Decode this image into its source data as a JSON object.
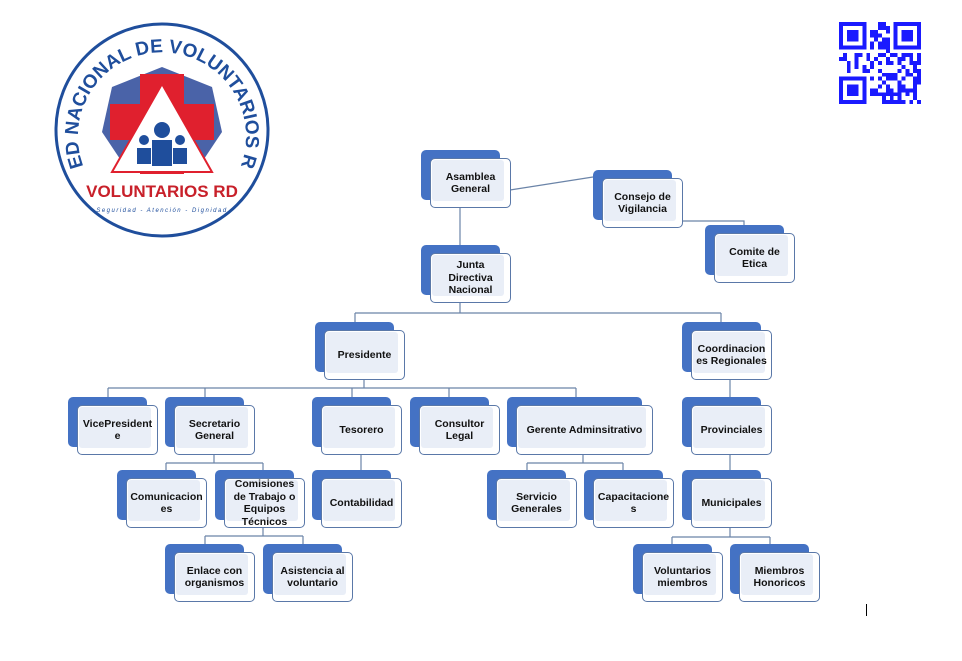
{
  "logo": {
    "ring_text": "RED NACIONAL DE VOLUNTARIOS RD",
    "banner_text": "VOLUNTARIOS RD",
    "motto": "Seguridad - Atención - Dignidad"
  },
  "colors": {
    "accent": "#4472c4",
    "logo_blue": "#1f4e9c",
    "logo_red": "#e0202e",
    "qr": "#1a1aff"
  },
  "nodes": {
    "asamblea": "Asamblea\nGeneral",
    "consejo": "Consejo de\nVigilancia",
    "comite": "Comite de\nEtica",
    "junta": "Junta\nDirectiva\nNacional",
    "presidente": "Presidente",
    "coordinaciones": "Coordinacion\nes Regionales",
    "vicepresidente": "VicePresident\ne",
    "secretario": "Secretario\nGeneral",
    "tesorero": "Tesorero",
    "consultor": "Consultor\nLegal",
    "gerente": "Gerente Adminsitrativo",
    "provinciales": "Provinciales",
    "comunicaciones": "Comunicacion\nes",
    "comisiones": "Comisiones\nde Trabajo o\nEquipos\nTécnicos",
    "contabilidad": "Contabilidad",
    "servicio": "Servicio\nGenerales",
    "capacitaciones": "Capacitacione\ns",
    "municipales": "Municipales",
    "enlace": "Enlace con\norganismos",
    "asistencia": "Asistencia al\nvoluntario",
    "voluntarios": "Voluntarios\nmiembros",
    "miembros": "Miembros\nHonoricos"
  }
}
